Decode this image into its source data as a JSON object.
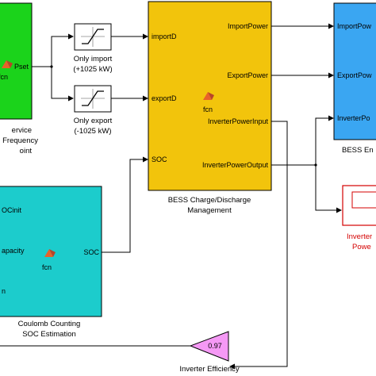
{
  "blocks": {
    "green": {
      "port_out": "Pset",
      "fcn": "fcn",
      "caption_lines": [
        "ervice",
        "Frequency",
        "oint"
      ]
    },
    "sat_import": {
      "caption_lines": [
        "Only import",
        "(+1025 kW)"
      ]
    },
    "sat_export": {
      "caption_lines": [
        "Only export",
        "(-1025 kW)"
      ]
    },
    "bess_mgmt": {
      "ports_in": [
        "importD",
        "exportD",
        "SOC"
      ],
      "ports_out": [
        "ImportPower",
        "ExportPower",
        "InverterPowerInput",
        "InverterPowerOutput"
      ],
      "fcn": "fcn",
      "caption_lines": [
        "BESS Charge/Discharge",
        "Management"
      ]
    },
    "bess_energy": {
      "ports_in": [
        "ImportPow",
        "ExportPow",
        "InverterPo"
      ],
      "caption": "BESS En"
    },
    "soc_est": {
      "ports_in": [
        "OCinit",
        "apacity",
        "n"
      ],
      "port_out": "SOC",
      "fcn": "fcn",
      "caption_lines": [
        "Coulomb Counting",
        "SOC Estimation"
      ]
    },
    "scope": {
      "caption_lines": [
        "Inverter",
        "Powe"
      ]
    },
    "gain": {
      "value": "0.97",
      "caption": "Inverter Efficiency"
    }
  },
  "colors": {
    "green_block": "#1bd31b",
    "bess_mgmt": "#f2c40c",
    "bess_energy": "#3aa6f2",
    "soc_est": "#1ccccc",
    "gain": "#f599f5",
    "scope_border": "#d40000"
  }
}
